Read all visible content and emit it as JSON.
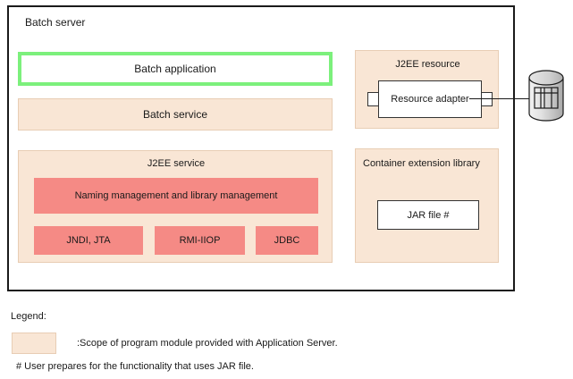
{
  "diagram": {
    "batch_server": {
      "title": "Batch server",
      "batch_application": "Batch application",
      "batch_service": "Batch service",
      "j2ee_service": {
        "title": "J2EE service",
        "naming_management": "Naming management and library management",
        "apis": [
          {
            "label": "JNDI, JTA"
          },
          {
            "label": "RMI-IIOP"
          },
          {
            "label": "JDBC"
          }
        ]
      },
      "j2ee_resource": {
        "title": "J2EE resource",
        "resource_adapter": "Resource adapter"
      },
      "container_extension_library": {
        "title": "Container extension library",
        "jar_file": "JAR file #"
      }
    },
    "external": {
      "database_icon": "database-cylinder-icon"
    },
    "legend": {
      "title": "Legend:",
      "swatch_description": ":Scope of program module provided with Application Server.",
      "footnote": "# User prepares for the functionality that uses JAR file."
    },
    "colors": {
      "panel_fill": "#F9E6D5",
      "panel_border": "#E8CDB4",
      "api_fill": "#F58A85",
      "highlight_border": "#7CF07C",
      "frame_border": "#1A1A1A",
      "box_fill": "#FFFFFF"
    }
  }
}
